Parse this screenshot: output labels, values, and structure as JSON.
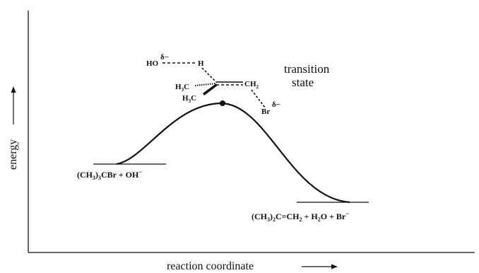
{
  "axes": {
    "y_label": "energy",
    "x_label": "reaction coordinate"
  },
  "transition_state": {
    "label_line1": "transition",
    "label_line2": "state",
    "atoms": {
      "ho": "HO",
      "delta_minus_1": "δ−",
      "h": "H",
      "h3c_top": "H",
      "h3c_top_sub": "3",
      "h3c_top_c": "C",
      "h3c_bottom": "H",
      "h3c_bottom_sub": "3",
      "h3c_bottom_c": "C",
      "ch2": "CH",
      "ch2_sub": "2",
      "br": "Br",
      "delta_minus_2": "δ−"
    }
  },
  "reactants": {
    "p1": "(CH",
    "p1_sub": "3",
    "p2": ")",
    "p2_sub": "3",
    "p3": "CBr + OH",
    "charge": "−"
  },
  "products": {
    "p1": "(CH",
    "p1_sub": "3",
    "p2": ")",
    "p2_sub": "2",
    "p3": "C=CH",
    "p3_sub": "2",
    "p4": " + H",
    "p4_sub": "2",
    "p5": "O + Br",
    "charge": "−"
  },
  "colors": {
    "ink": "#111111",
    "background": "#ffffff"
  }
}
